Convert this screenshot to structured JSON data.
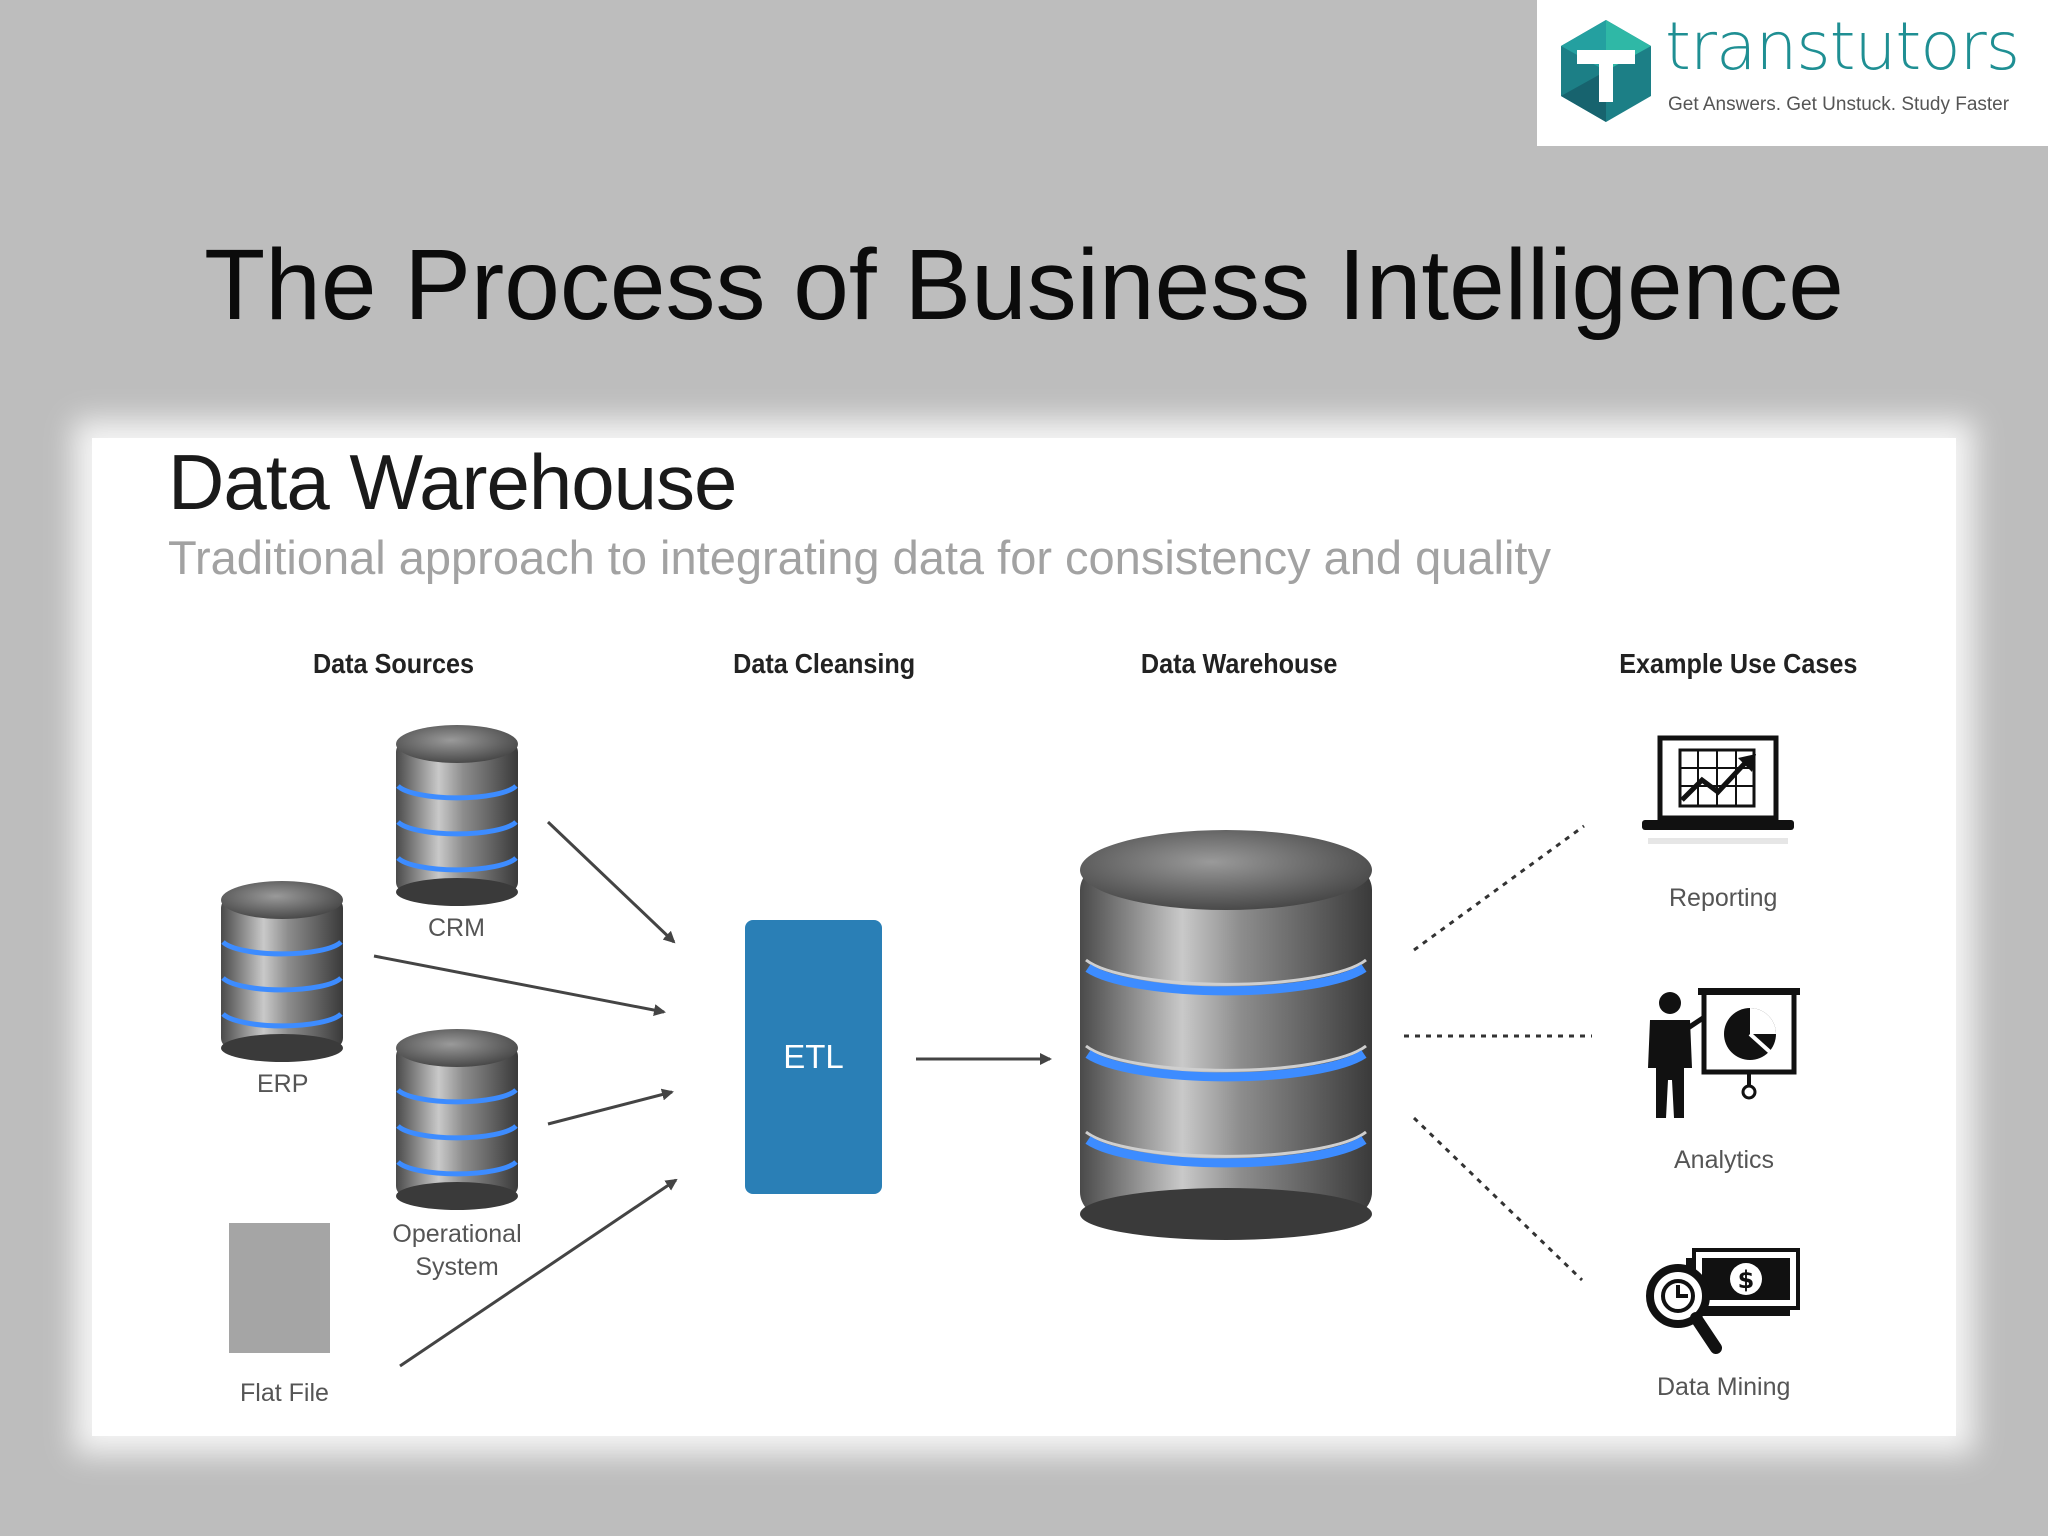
{
  "logo": {
    "wordmark": "transtutors",
    "tagline": "Get Answers. Get Unstuck. Study Faster",
    "icon": "hexagon-t-logo-icon",
    "color": "#1f8f93"
  },
  "slide": {
    "title": "The Process of Business Intelligence"
  },
  "diagram": {
    "heading": "Data Warehouse",
    "subheading": "Traditional approach to integrating data for consistency and quality",
    "columns": {
      "sources": "Data Sources",
      "cleansing": "Data Cleansing",
      "warehouse": "Data Warehouse",
      "use_cases": "Example Use Cases"
    },
    "sources": {
      "crm": "CRM",
      "erp": "ERP",
      "operational_line1": "Operational",
      "operational_line2": "System",
      "flat_file": "Flat File"
    },
    "etl": "ETL",
    "use_cases": {
      "reporting": "Reporting",
      "analytics": "Analytics",
      "data_mining": "Data Mining"
    },
    "icons": [
      "database-icon",
      "laptop-chart-icon",
      "presenter-pie-chart-icon",
      "magnifier-money-icon"
    ],
    "colors": {
      "etl_fill": "#2a7fb6",
      "db_glow": "#3d8cff",
      "flat_file_fill": "#a5a5a5"
    }
  }
}
